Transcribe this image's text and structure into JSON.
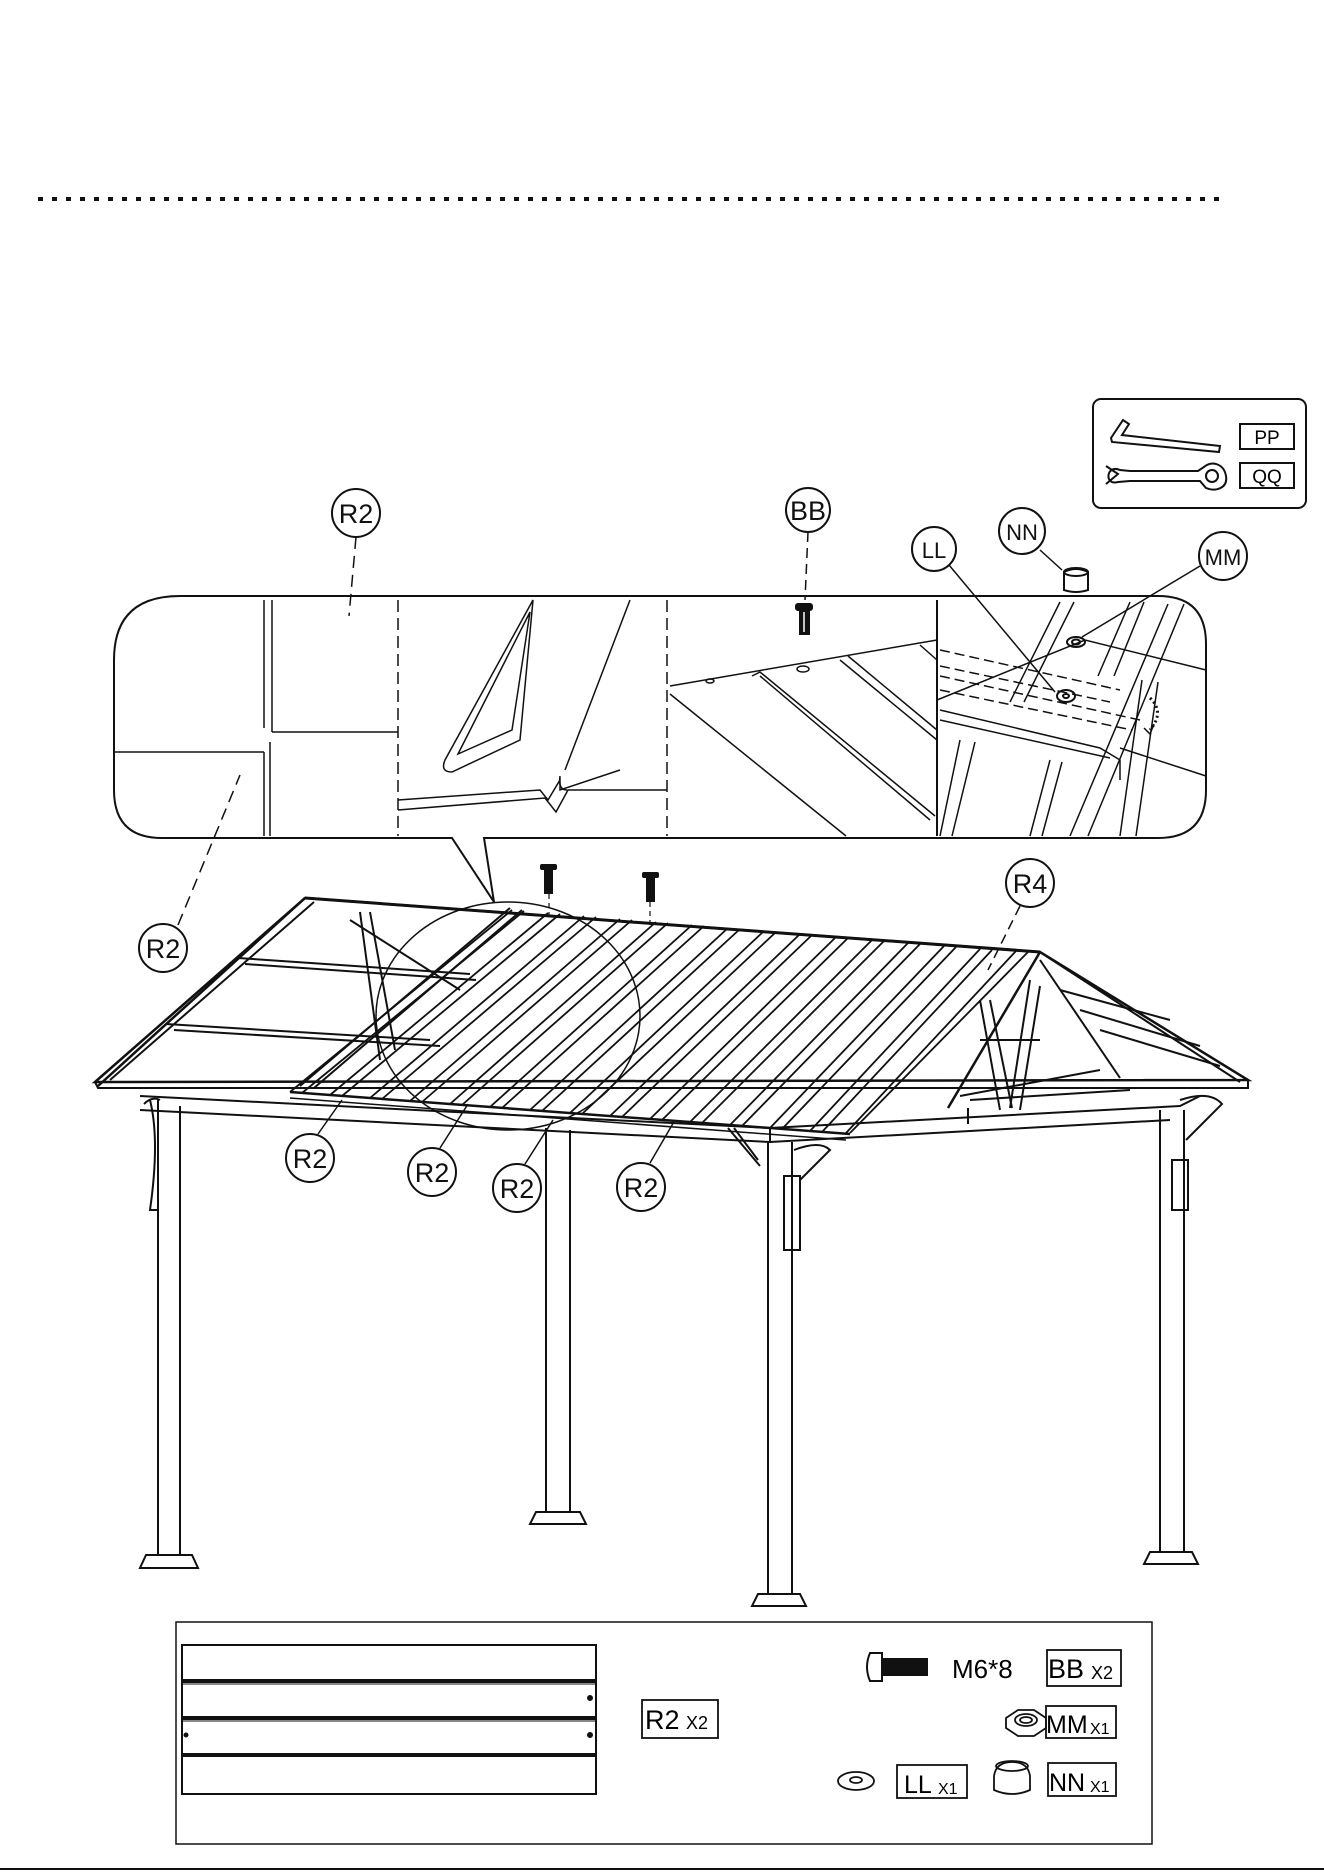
{
  "tools": {
    "allen_key": {
      "label": "PP",
      "icon": "allen-key-icon"
    },
    "wrench": {
      "label": "QQ",
      "icon": "wrench-icon"
    }
  },
  "callouts": {
    "r2_top": "R2",
    "bb": "BB",
    "ll": "LL",
    "nn": "NN",
    "mm": "MM",
    "r2_left": "R2",
    "r4": "R4",
    "r2_b1": "R2",
    "r2_b2": "R2",
    "r2_b3": "R2",
    "r2_b4": "R2"
  },
  "parts": {
    "panel": {
      "code": "R2",
      "qty": "X2"
    },
    "bolt": {
      "spec": "M6*8",
      "code": "BB",
      "qty": "X2"
    },
    "nut": {
      "code": "MM",
      "qty": "X1"
    },
    "washer": {
      "code": "LL",
      "qty": "X1"
    },
    "cap": {
      "code": "NN",
      "qty": "X1"
    }
  },
  "colors": {
    "ink": "#111111",
    "background": "#ffffff"
  }
}
